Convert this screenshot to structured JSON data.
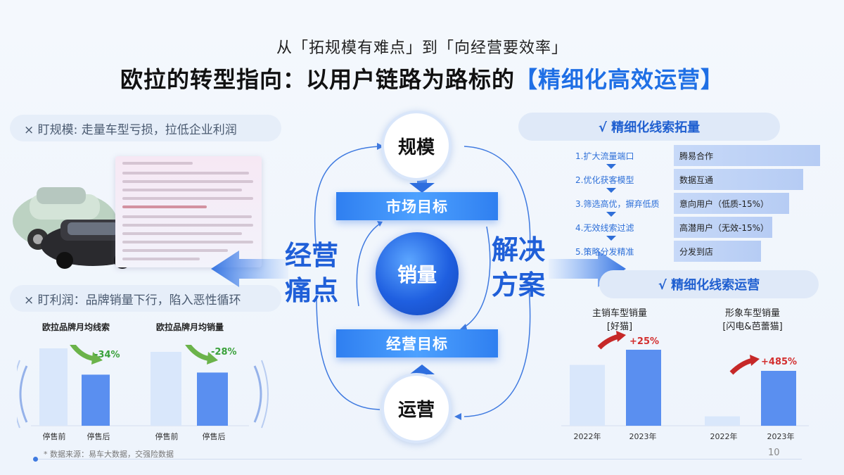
{
  "header": {
    "subtitle": "从「拓规模有难点」到「向经营要效率」",
    "title_main": "欧拉的转型指向：以用户链路为路标的",
    "title_highlight": "【精细化高效运营】"
  },
  "left": {
    "pill_top": "×  盯规模: 走量车型亏损，拉低企业利润",
    "pill_bottom": "×  盯利润：品牌销量下行，陷入恶性循环",
    "chart1_title": "欧拉品牌月均线索",
    "chart2_title": "欧拉品牌月均销量",
    "source": "* 数据来源：易车大数据，交强险数据"
  },
  "center": {
    "top_circle": "规模",
    "bottom_circle": "运营",
    "band_top": "市场目标",
    "band_bottom": "经营目标",
    "core": "销量",
    "left_label_1": "经营",
    "left_label_2": "痛点",
    "right_label_1": "解决",
    "right_label_2": "方案"
  },
  "right": {
    "pill_top": "√ 精细化线索拓量",
    "pill_bottom": "√ 精细化线索运营",
    "funnel": [
      {
        "label": "1.扩大流量端口",
        "text": "腾易合作"
      },
      {
        "label": "2.优化获客模型",
        "text": "数据互通"
      },
      {
        "label": "3.筛选高优，摒弃低质",
        "text": "意向用户（低质-15%）"
      },
      {
        "label": "4.无效线索过滤",
        "text": "高潜用户（无效-15%）"
      },
      {
        "label": "5.策略分发精准",
        "text": "分发到店"
      }
    ],
    "chart3_title_1": "主销车型销量",
    "chart3_title_2": "[好猫]",
    "chart4_title_1": "形象车型销量",
    "chart4_title_2": "[闪电&芭蕾猫]"
  },
  "page_number": "10",
  "chart_data": [
    {
      "type": "bar",
      "title": "欧拉品牌月均线索",
      "categories": [
        "停售前",
        "停售后"
      ],
      "values": [
        100,
        66
      ],
      "annotation": "-34%",
      "colors": [
        "#d9e7fb",
        "#5a8ff0"
      ]
    },
    {
      "type": "bar",
      "title": "欧拉品牌月均销量",
      "categories": [
        "停售前",
        "停售后"
      ],
      "values": [
        100,
        72
      ],
      "annotation": "-28%",
      "colors": [
        "#d9e7fb",
        "#5a8ff0"
      ]
    },
    {
      "type": "bar",
      "title": "主销车型销量 [好猫]",
      "categories": [
        "2022年",
        "2023年"
      ],
      "values": [
        100,
        125
      ],
      "annotation": "+25%",
      "colors": [
        "#d9e7fb",
        "#5a8ff0"
      ]
    },
    {
      "type": "bar",
      "title": "形象车型销量 [闪电&芭蕾猫]",
      "categories": [
        "2022年",
        "2023年"
      ],
      "values": [
        100,
        585
      ],
      "annotation": "+485%",
      "colors": [
        "#d9e7fb",
        "#5a8ff0"
      ]
    }
  ]
}
